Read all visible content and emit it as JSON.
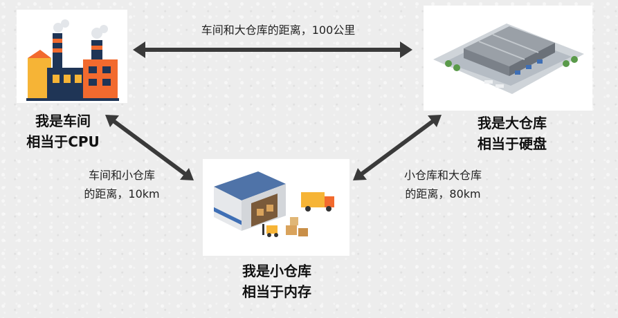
{
  "nodes": {
    "workshop": {
      "line1": "我是车间",
      "line2": "相当于CPU"
    },
    "big_warehouse": {
      "line1": "我是大仓库",
      "line2": "相当于硬盘"
    },
    "small_warehouse": {
      "line1": "我是小仓库",
      "line2": "相当于内存"
    }
  },
  "edges": {
    "workshop_big": {
      "text": "车间和大仓库的距离，100公里"
    },
    "workshop_small": {
      "line1": "车间和小仓库",
      "line2": "的距离，10km"
    },
    "small_big": {
      "line1": "小仓库和大仓库",
      "line2": "的距离，80km"
    }
  },
  "colors": {
    "arrow": "#3a3a3a",
    "factory_orange": "#f26a2e",
    "factory_navy": "#1f3556",
    "warehouse_gray": "#8a8f96",
    "warehouse_blue": "#3f6fb5",
    "box_tan": "#d9a35c"
  }
}
